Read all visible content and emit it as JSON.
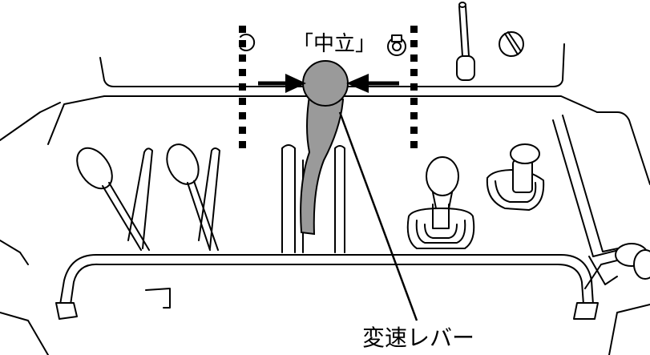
{
  "labels": {
    "neutral": "「中立」",
    "shift_lever": "変速レバー"
  },
  "colors": {
    "line": "#000000",
    "knob_gray": "#9a9a9a",
    "background": "#ffffff"
  },
  "icons": {
    "arrows": "inward-pointing-arrows",
    "neutral_gate": "dashed-gate-markers"
  }
}
